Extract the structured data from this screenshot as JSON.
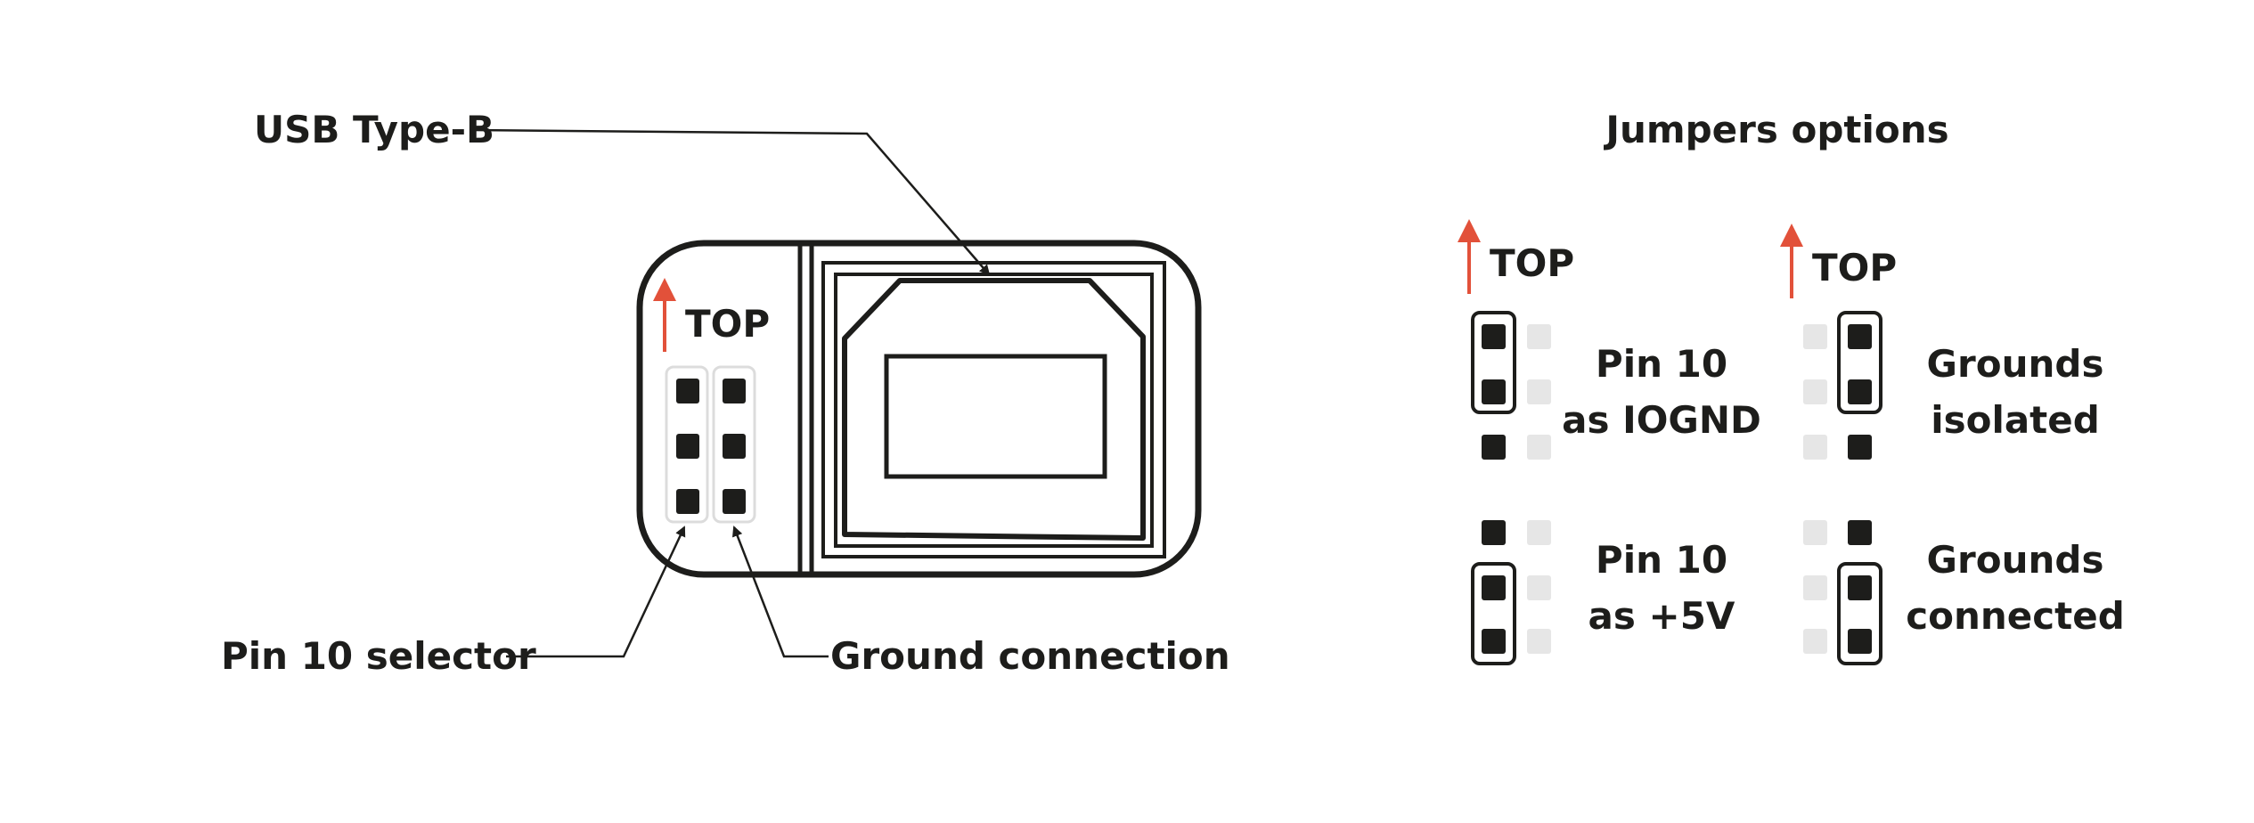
{
  "labels": {
    "usb": "USB Type-B",
    "pin_selector": "Pin 10 selector",
    "ground_connection": "Ground connection",
    "board_top": "TOP"
  },
  "jumpers": {
    "title": "Jumpers options",
    "top_left": "TOP",
    "top_right": "TOP",
    "options": [
      {
        "line1": "Pin 10",
        "line2": "as IOGND"
      },
      {
        "line1": "Grounds",
        "line2": "isolated"
      },
      {
        "line1": "Pin 10",
        "line2": "as +5V"
      },
      {
        "line1": "Grounds",
        "line2": "connected"
      }
    ]
  },
  "colors": {
    "ink": "#1d1d1b",
    "accent": "#e2513a",
    "pin_inactive": "#e6e6e6",
    "outline_light": "#dcdcdc"
  },
  "icons": [
    "arrow-up-icon"
  ]
}
